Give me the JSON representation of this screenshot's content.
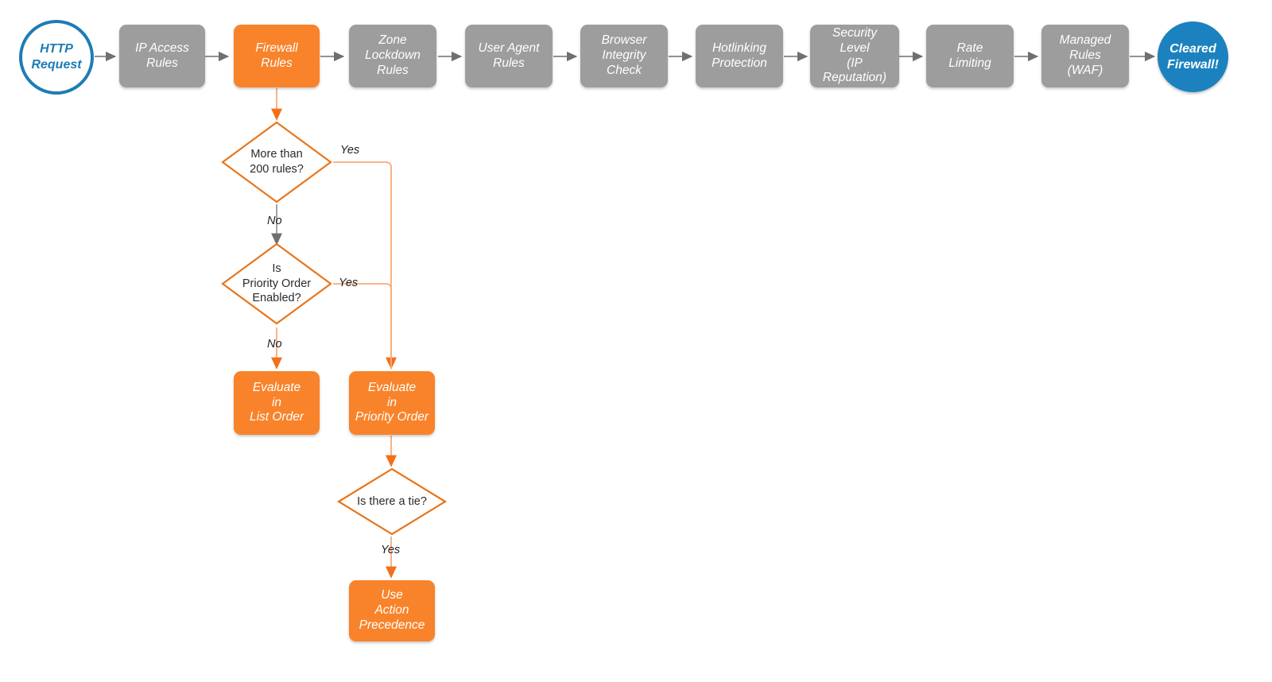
{
  "diagram": {
    "title": "Cloudflare firewall rules evaluation order flowchart",
    "colors": {
      "grey_node": "#9d9d9d",
      "orange_node": "#f8832a",
      "orange_stroke": "#e8761c",
      "orange_wire": "#f9aa77",
      "blue_start_stroke": "#1e7cb5",
      "blue_end_fill": "#1b82bf",
      "grey_wire": "#808080",
      "text_dark": "#2b2b2b",
      "text_light": "#ffffff"
    }
  },
  "pipeline": {
    "start": {
      "label": "HTTP Request"
    },
    "steps": [
      {
        "id": "ip-access-rules",
        "label": "IP Access\nRules",
        "state": "inactive"
      },
      {
        "id": "firewall-rules",
        "label": "Firewall\nRules",
        "state": "active"
      },
      {
        "id": "zone-lockdown-rules",
        "label": "Zone\nLockdown\nRules",
        "state": "inactive"
      },
      {
        "id": "user-agent-rules",
        "label": "User Agent\nRules",
        "state": "inactive"
      },
      {
        "id": "browser-integrity-check",
        "label": "Browser\nIntegrity\nCheck",
        "state": "inactive"
      },
      {
        "id": "hotlinking-protection",
        "label": "Hotlinking\nProtection",
        "state": "inactive"
      },
      {
        "id": "security-level",
        "label": "Security\nLevel\n(IP Reputation)",
        "state": "inactive"
      },
      {
        "id": "rate-limiting",
        "label": "Rate\nLimiting",
        "state": "inactive"
      },
      {
        "id": "managed-rules-waf",
        "label": "Managed\nRules\n(WAF)",
        "state": "inactive"
      }
    ],
    "end": {
      "label": "Cleared Firewall!"
    }
  },
  "branch": {
    "decisions": [
      {
        "id": "more-than-200-rules",
        "label": "More than\n200 rules?"
      },
      {
        "id": "is-priority-order-enabled",
        "label": "Is\nPriority Order\nEnabled?"
      },
      {
        "id": "is-there-a-tie",
        "label": "Is there a tie?"
      }
    ],
    "outcomes": [
      {
        "id": "evaluate-in-list-order",
        "label": "Evaluate\nin\nList Order"
      },
      {
        "id": "evaluate-in-priority-order",
        "label": "Evaluate\nin\nPriority Order"
      },
      {
        "id": "use-action-precedence",
        "label": "Use\nAction\nPrecedence"
      }
    ],
    "edge_labels": {
      "rules_yes": "Yes",
      "rules_no": "No",
      "priority_yes": "Yes",
      "priority_no": "No",
      "tie_yes": "Yes"
    }
  }
}
